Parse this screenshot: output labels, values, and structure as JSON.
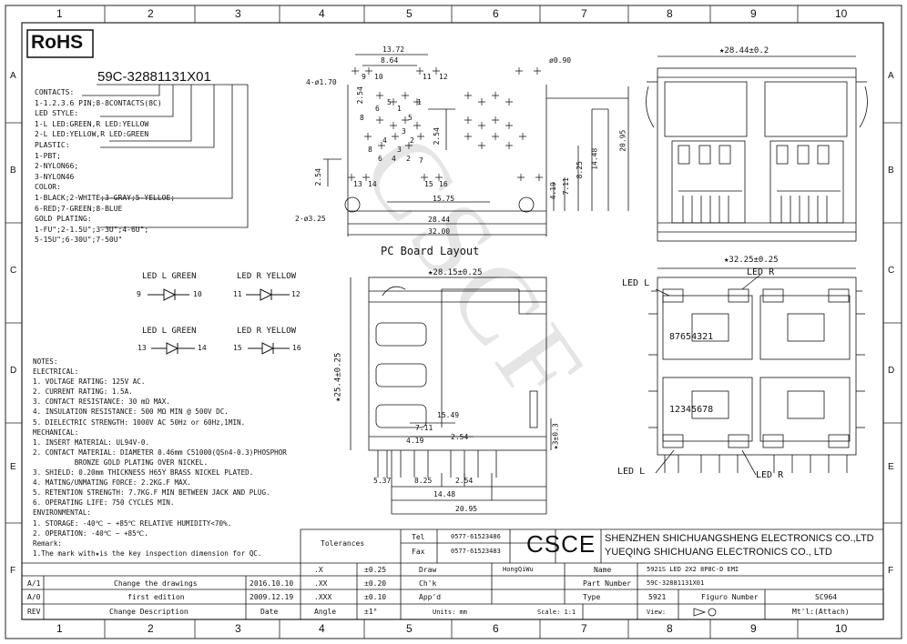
{
  "grid": {
    "cols": [
      "1",
      "2",
      "3",
      "4",
      "5",
      "6",
      "7",
      "8",
      "9",
      "10"
    ],
    "rows": [
      "A",
      "B",
      "C",
      "D",
      "E",
      "F"
    ]
  },
  "rohs": "RoHS",
  "part_code": "59C-32881131X01",
  "options": [
    "CONTACTS:",
    "1-1.2.3.6 PIN;8-8CONTACTS(8C)",
    "LED STYLE:",
    "1-L LED:GREEN,R LED:YELLOW",
    "2-L LED:YELLOW,R LED:GREEN",
    "PLASTIC:",
    "1-PBT;",
    "2-NYLON66;",
    "3-NYLON46",
    "COLOR:",
    "1-BLACK;2-WHITE;3-GRAY;5-YELLOE;",
    "6-RED;7-GREEN;8-BLUE",
    "GOLD PLATING:",
    "1-FU\";2-1.5U\";3-3U\";4-6U\";",
    "5-15U\";6-30U\";7-50U\""
  ],
  "leds": [
    {
      "title": "LED L GREEN",
      "a": "9",
      "b": "10"
    },
    {
      "title": "LED R YELLOW",
      "a": "11",
      "b": "12"
    },
    {
      "title": "LED L GREEN",
      "a": "13",
      "b": "14"
    },
    {
      "title": "LED R YELLOW",
      "a": "15",
      "b": "16"
    }
  ],
  "notes": [
    "NOTES:",
    "ELECTRICAL:",
    "1. VOLTAGE RATING: 125V AC.",
    "2. CURRENT RATING: 1.5A.",
    "3. CONTACT RESISTANCE: 30 mΩ MAX.",
    "4. INSULATION RESISTANCE: 500 MΩ MIN @ 500V DC.",
    "5. DIELECTRIC STRENGTH: 1000V AC 50Hz or 60Hz,1MIN.",
    "MECHANICAL:",
    "1. INSERT MATERIAL: UL94V-0.",
    "2. CONTACT MATERIAL: DIAMETER 0.46mm C51000(QSn4-0.3)PHOSPHOR",
    "          BRONZE GOLD PLATING OVER NICKEL.",
    "3. SHIELD: 0.20mm THICKNESS H65Y BRASS NICKEL PLATED.",
    "4. MATING/UNMATING FORCE: 2.2KG.F MAX.",
    "5. RETENTION STRENGTH: 7.7KG.F MIN BETWEEN JACK AND PLUG.",
    "6. OPERATING LIFE: 750 CYCLES MIN.",
    "ENVIRONMENTAL:",
    "1. STORAGE: -40℃ ~ +85℃ RELATIVE HUMIDITY<70%.",
    "2. OPERATION: -40℃ ~ +85℃.",
    "Remark:",
    "1.The mark with★is the key inspection dimension for QC."
  ],
  "pcb": {
    "title": "PC Board Layout",
    "dims": [
      "13.72",
      "8.64",
      "4-ø1.70",
      "ø0.90",
      "2.54",
      "2.54",
      "2.54",
      "4.19",
      "7.11",
      "8.25",
      "14.48",
      "20.95",
      "15.75",
      "28.44",
      "32.00",
      "2-ø3.25"
    ],
    "pins_top": [
      "9",
      "10",
      "11",
      "12"
    ],
    "pins_mid": [
      "8",
      "6",
      "5",
      "4",
      "3",
      "2",
      "1",
      "8",
      "6",
      "4",
      "2",
      "7",
      "5",
      "3",
      "1"
    ],
    "pins_bot": [
      "13",
      "14",
      "15",
      "16"
    ]
  },
  "front": {
    "width": "★28.44±0.2"
  },
  "side": {
    "width": "★28.15±0.25",
    "height": "★25.4±0.25",
    "dims": [
      "15.49",
      "7.11",
      "4.19",
      "2.54",
      "★3±0.3",
      "5.37",
      "8.25",
      "2.54",
      "14.48",
      "20.95"
    ]
  },
  "face": {
    "width": "★32.25±0.25",
    "led_r": "LED R",
    "led_l": "LED L",
    "pins_a": "87654321",
    "pins_b": "12345678"
  },
  "watermark": "CSCF",
  "title_block": {
    "tolerances": "Tolerances",
    "tel_label": "Tel",
    "tel": "0577-61523486",
    "fax_label": "Fax",
    "fax": "0577-61523483",
    "logo": "CSCE",
    "company1": "SHENZHEN SHICHUANGSHENG ELECTRONICS CO.,LTD",
    "company2": "YUEQING SHICHUANG ELECTRONICS CO., LTD",
    "tol": [
      [
        ".X",
        "±0.25"
      ],
      [
        ".XX",
        "±0.20"
      ],
      [
        ".XXX",
        "±0.10"
      ],
      [
        "Angle",
        "±1°"
      ]
    ],
    "draw": "Draw",
    "drawer": "HongQiWu",
    "chk": "Ch'k",
    "appd": "App'd",
    "name_label": "Name",
    "name": "5921S LED 2X2 8P8C-D EMI",
    "pn_label": "Part Number",
    "pn": "59C-32881131X01",
    "type_label": "Type",
    "type": "5921",
    "fig_label": "Figuro Number",
    "fig": "SC964",
    "units": "Units: mm",
    "scale": "Scale: 1:1",
    "view": "View:",
    "mtl": "Mt'l:(Attach)",
    "revs": [
      [
        "A/1",
        "Change the drawings",
        "2016.10.10"
      ],
      [
        "A/0",
        "first edition",
        "2009.12.19"
      ]
    ],
    "rev_h": [
      "REV",
      "Change Description",
      "Date"
    ]
  }
}
